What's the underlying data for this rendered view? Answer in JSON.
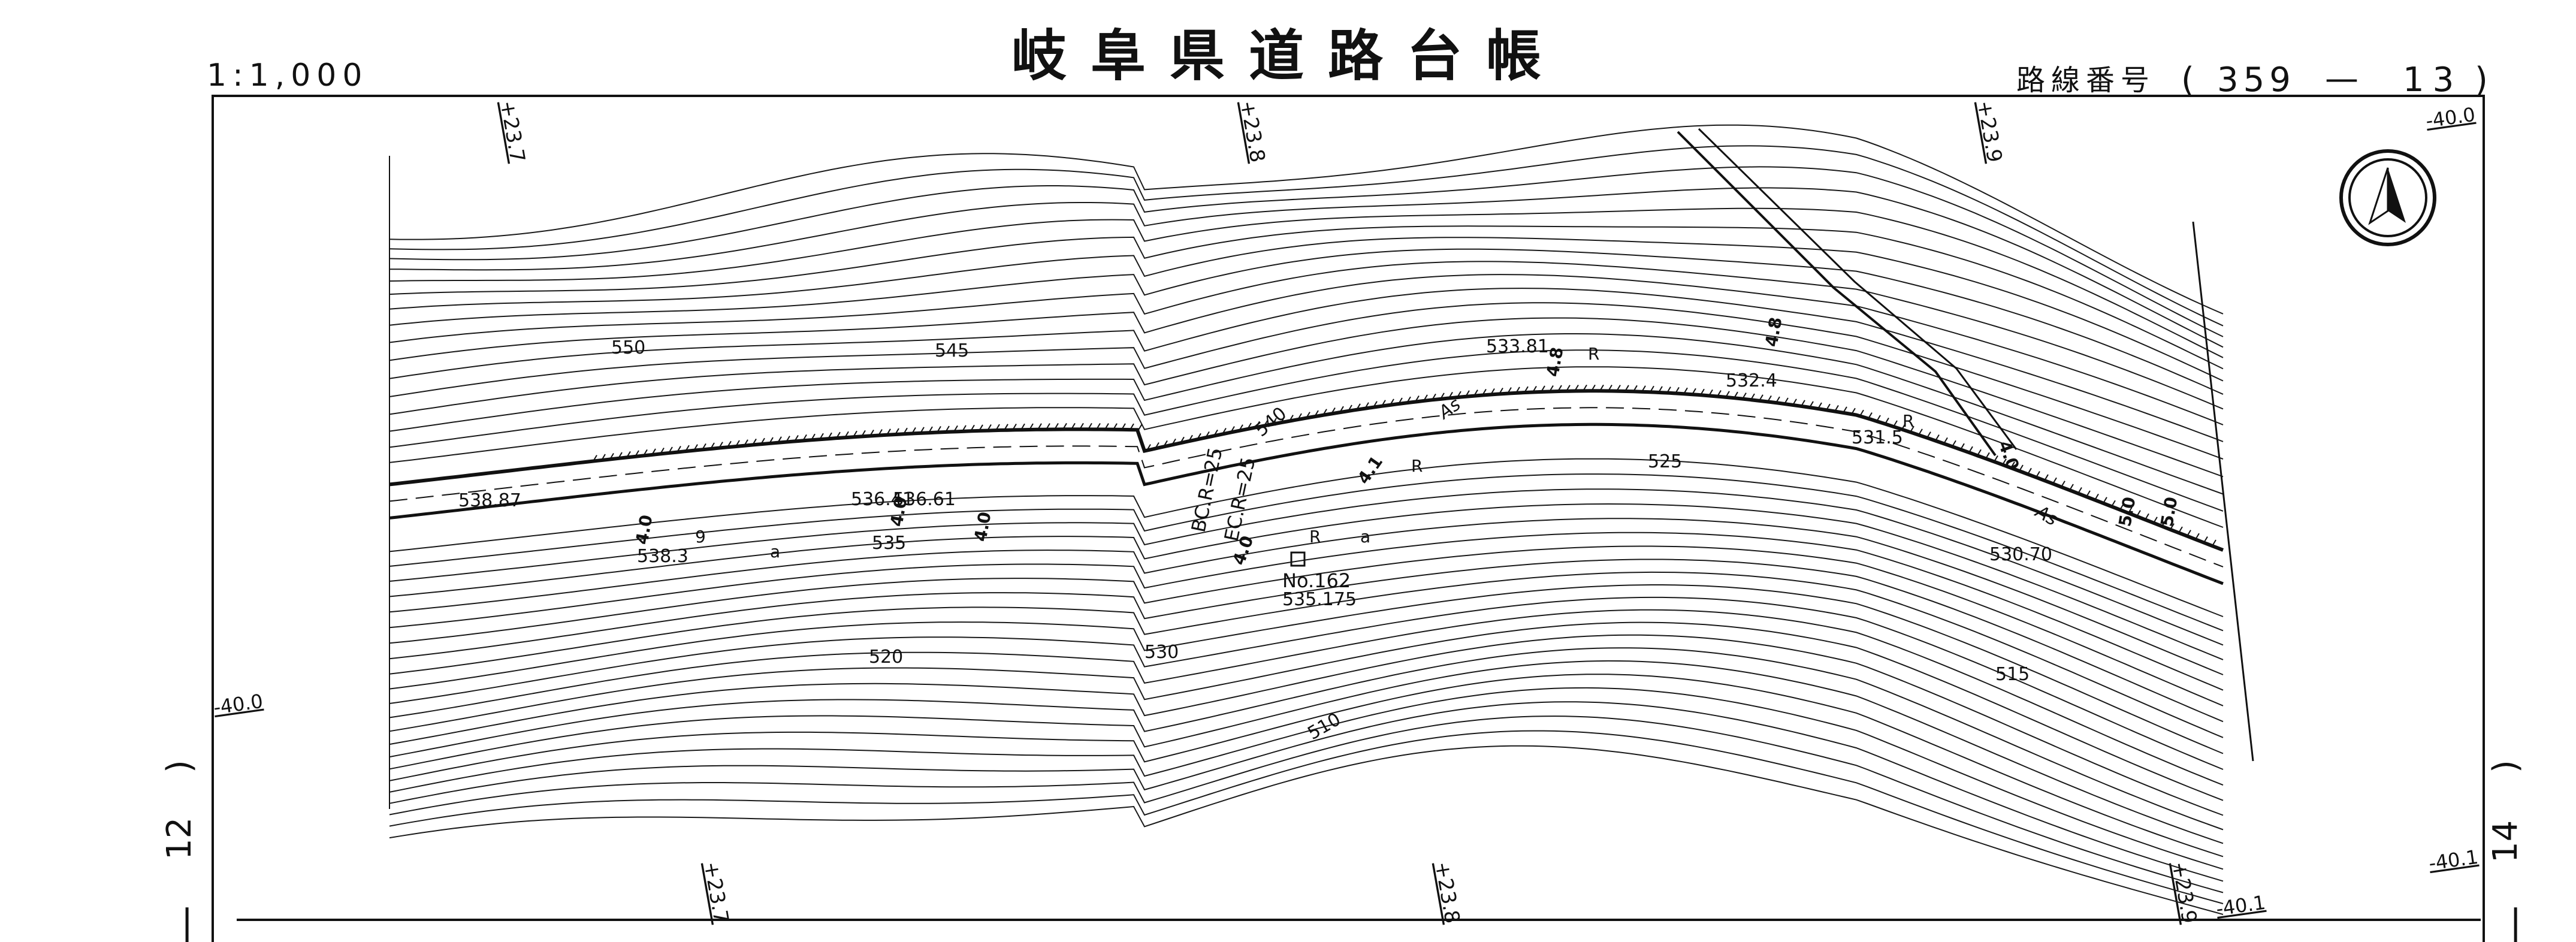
{
  "header": {
    "scale": "1:1,000",
    "title": "岐阜県道路台帳",
    "route_label": "路線番号",
    "route_open": "(",
    "route_number": "359",
    "route_dash": "—",
    "route_sheet": "13",
    "route_close": ")"
  },
  "margin": {
    "left_sheet": "12",
    "right_sheet": "14",
    "left_paren": ")",
    "right_paren": ")",
    "left_bar": "|",
    "right_bar": "|"
  },
  "coords": {
    "top_23_7": "+23.7",
    "top_23_8": "+23.8",
    "top_23_9": "+23.9",
    "bottom_23_7": "+23.7",
    "bottom_23_8": "+23.8",
    "bottom_23_9": "+23.9",
    "right_top": "-40.0",
    "left_mid": "-40.0",
    "right_bottom": "-40.1",
    "bottom_right": "-40.1"
  },
  "map": {
    "north_arrow": "north-arrow-icon",
    "contour_labels": [
      "550",
      "545",
      "540",
      "535",
      "530",
      "525",
      "520",
      "515",
      "510"
    ],
    "spot_elevations": [
      "538.87",
      "538.3",
      "536.41",
      "536.61",
      "533.81",
      "532.4",
      "531.5",
      "530.70",
      "535.175"
    ],
    "station_point": "No.162",
    "curve_labels": [
      "BC.R=25",
      "EC.R=25"
    ],
    "width_labels": [
      "4.0",
      "4.0",
      "4.0",
      "4.0",
      "4.1",
      "4.8",
      "4.8",
      "4.0",
      "5.0",
      "5.0"
    ],
    "surface_labels": [
      "As",
      "As"
    ],
    "letters": [
      "R",
      "R",
      "R",
      "R",
      "a",
      "a",
      "9"
    ]
  }
}
